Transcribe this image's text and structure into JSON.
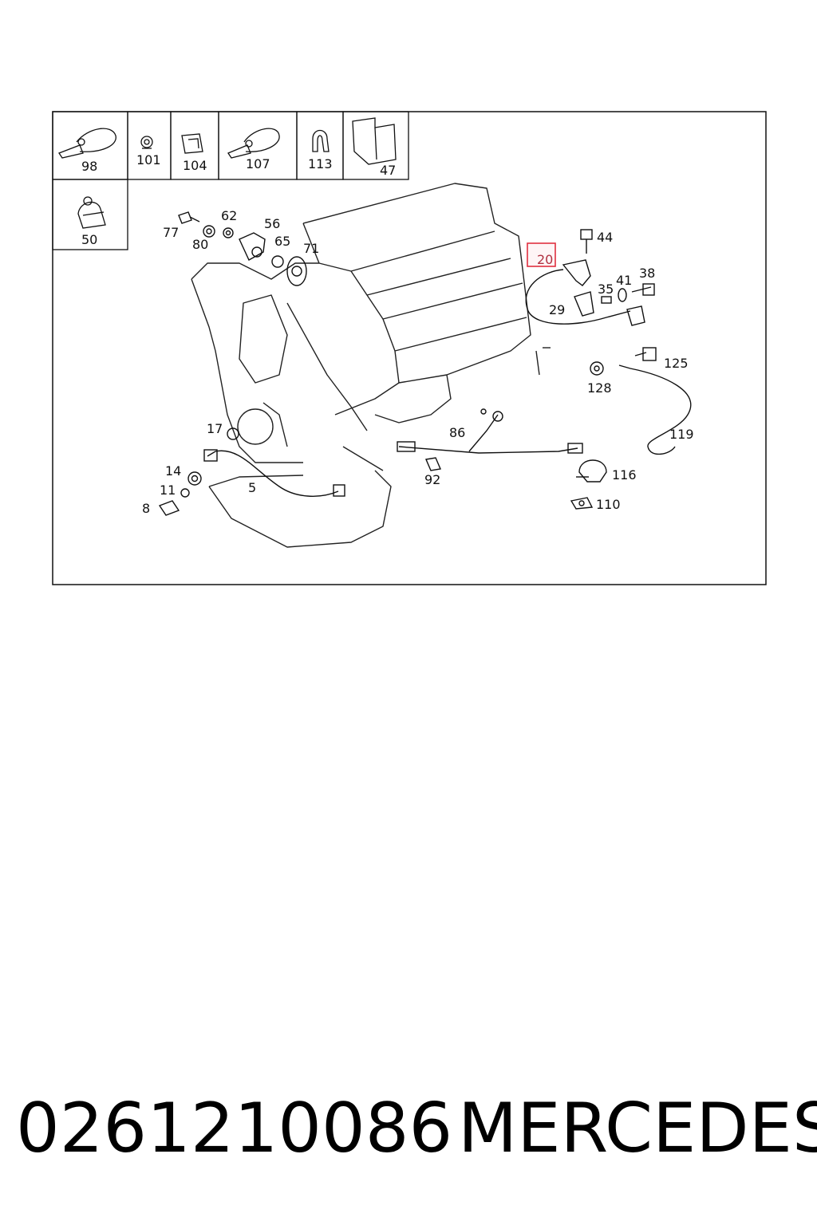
{
  "diagram": {
    "thumbnails": [
      {
        "id": "t98",
        "label": "98"
      },
      {
        "id": "t101",
        "label": "101"
      },
      {
        "id": "t104",
        "label": "104"
      },
      {
        "id": "t107",
        "label": "107"
      },
      {
        "id": "t113",
        "label": "113"
      },
      {
        "id": "t47",
        "label": "47"
      },
      {
        "id": "t50",
        "label": "50"
      }
    ],
    "callouts": {
      "c77": "77",
      "c80": "80",
      "c62": "62",
      "c56": "56",
      "c65": "65",
      "c71": "71",
      "c20": "20",
      "c44": "44",
      "c41": "41",
      "c38": "38",
      "c35": "35",
      "c29": "29",
      "c125": "125",
      "c128": "128",
      "c119": "119",
      "c17": "17",
      "c86": "86",
      "c14": "14",
      "c11": "11",
      "c8": "8",
      "c5": "5",
      "c92": "92",
      "c116": "116",
      "c110": "110"
    },
    "highlight_callout": "20",
    "highlight_color": "#e03040"
  },
  "footer": {
    "part_number": "0261210086",
    "make": "MERCEDES"
  }
}
